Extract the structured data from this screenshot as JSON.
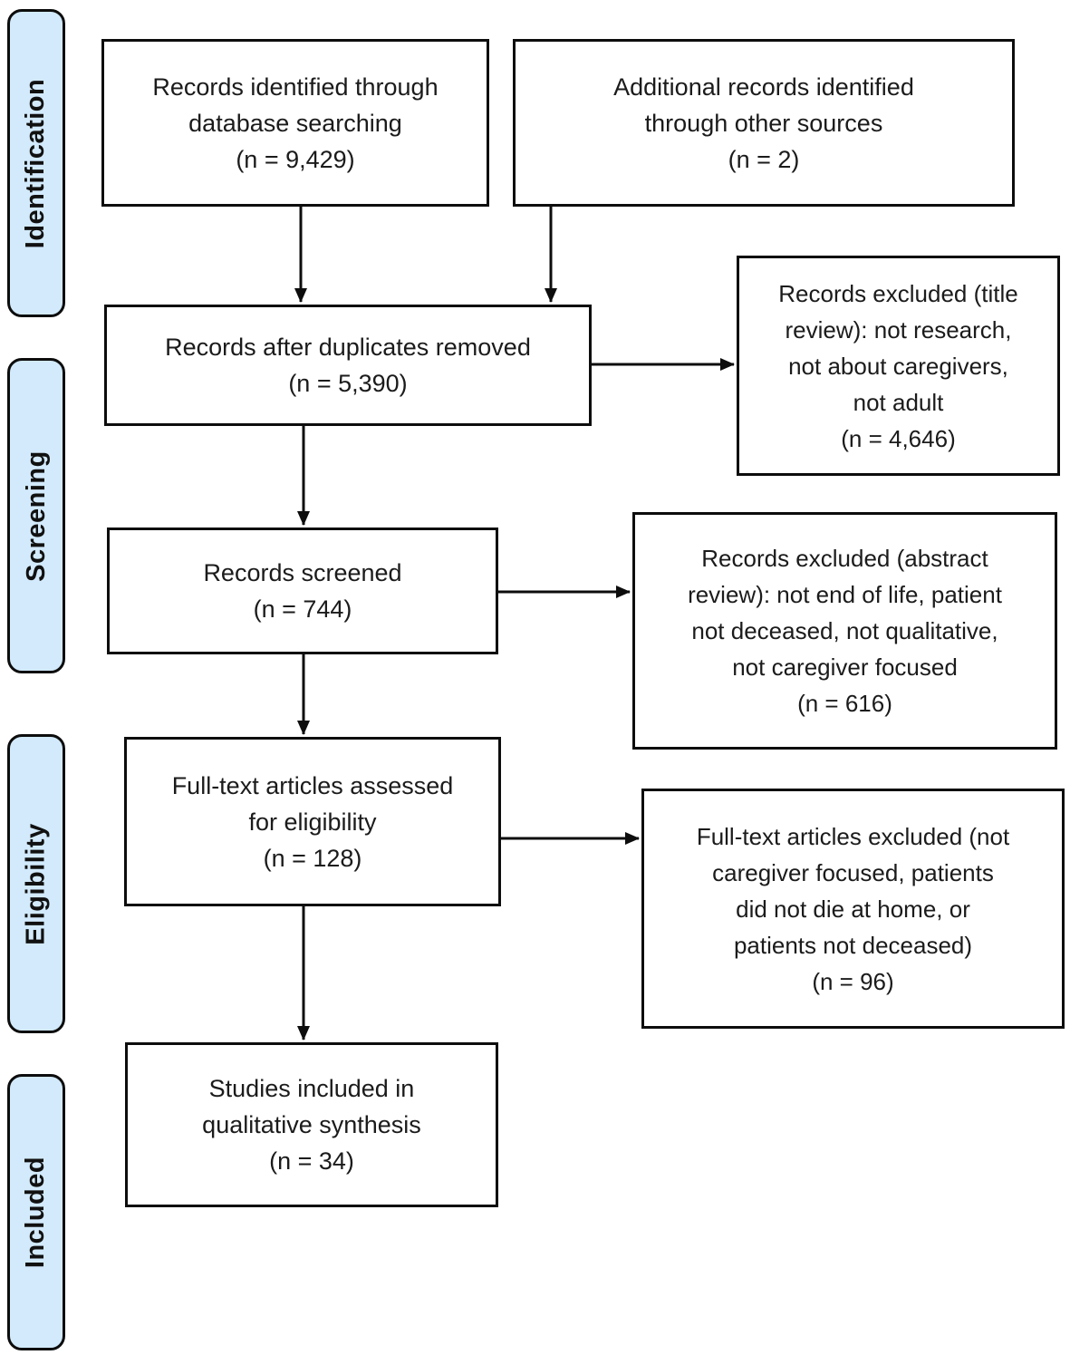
{
  "stages": [
    {
      "label": "Identification"
    },
    {
      "label": "Screening"
    },
    {
      "label": "Eligibility"
    },
    {
      "label": "Included"
    }
  ],
  "flow": {
    "identified": "Records identified through\ndatabase searching\n(n = 9,429)",
    "additional": "Additional records identified\nthrough other sources\n(n = 2)",
    "deduplicated": "Records after duplicates removed\n(n = 5,390)",
    "excluded_title": "Records excluded (title\nreview): not research,\nnot about caregivers,\nnot adult\n(n = 4,646)",
    "screened": "Records screened\n(n = 744)",
    "excluded_abstract": "Records excluded (abstract\nreview): not end of life, patient\nnot deceased, not qualitative,\nnot caregiver focused\n(n = 616)",
    "fulltext_assessed": "Full-text articles assessed\nfor eligibility\n(n = 128)",
    "excluded_fulltext": "Full-text articles excluded (not\ncaregiver focused, patients\ndid not die at home, or\npatients not deceased)\n(n = 96)",
    "included_studies": "Studies included in\nqualitative synthesis\n(n = 34)"
  },
  "colors": {
    "stage_fill": "#d2eafb",
    "box_border": "#0d0d0d",
    "text": "#1b1b1b"
  }
}
